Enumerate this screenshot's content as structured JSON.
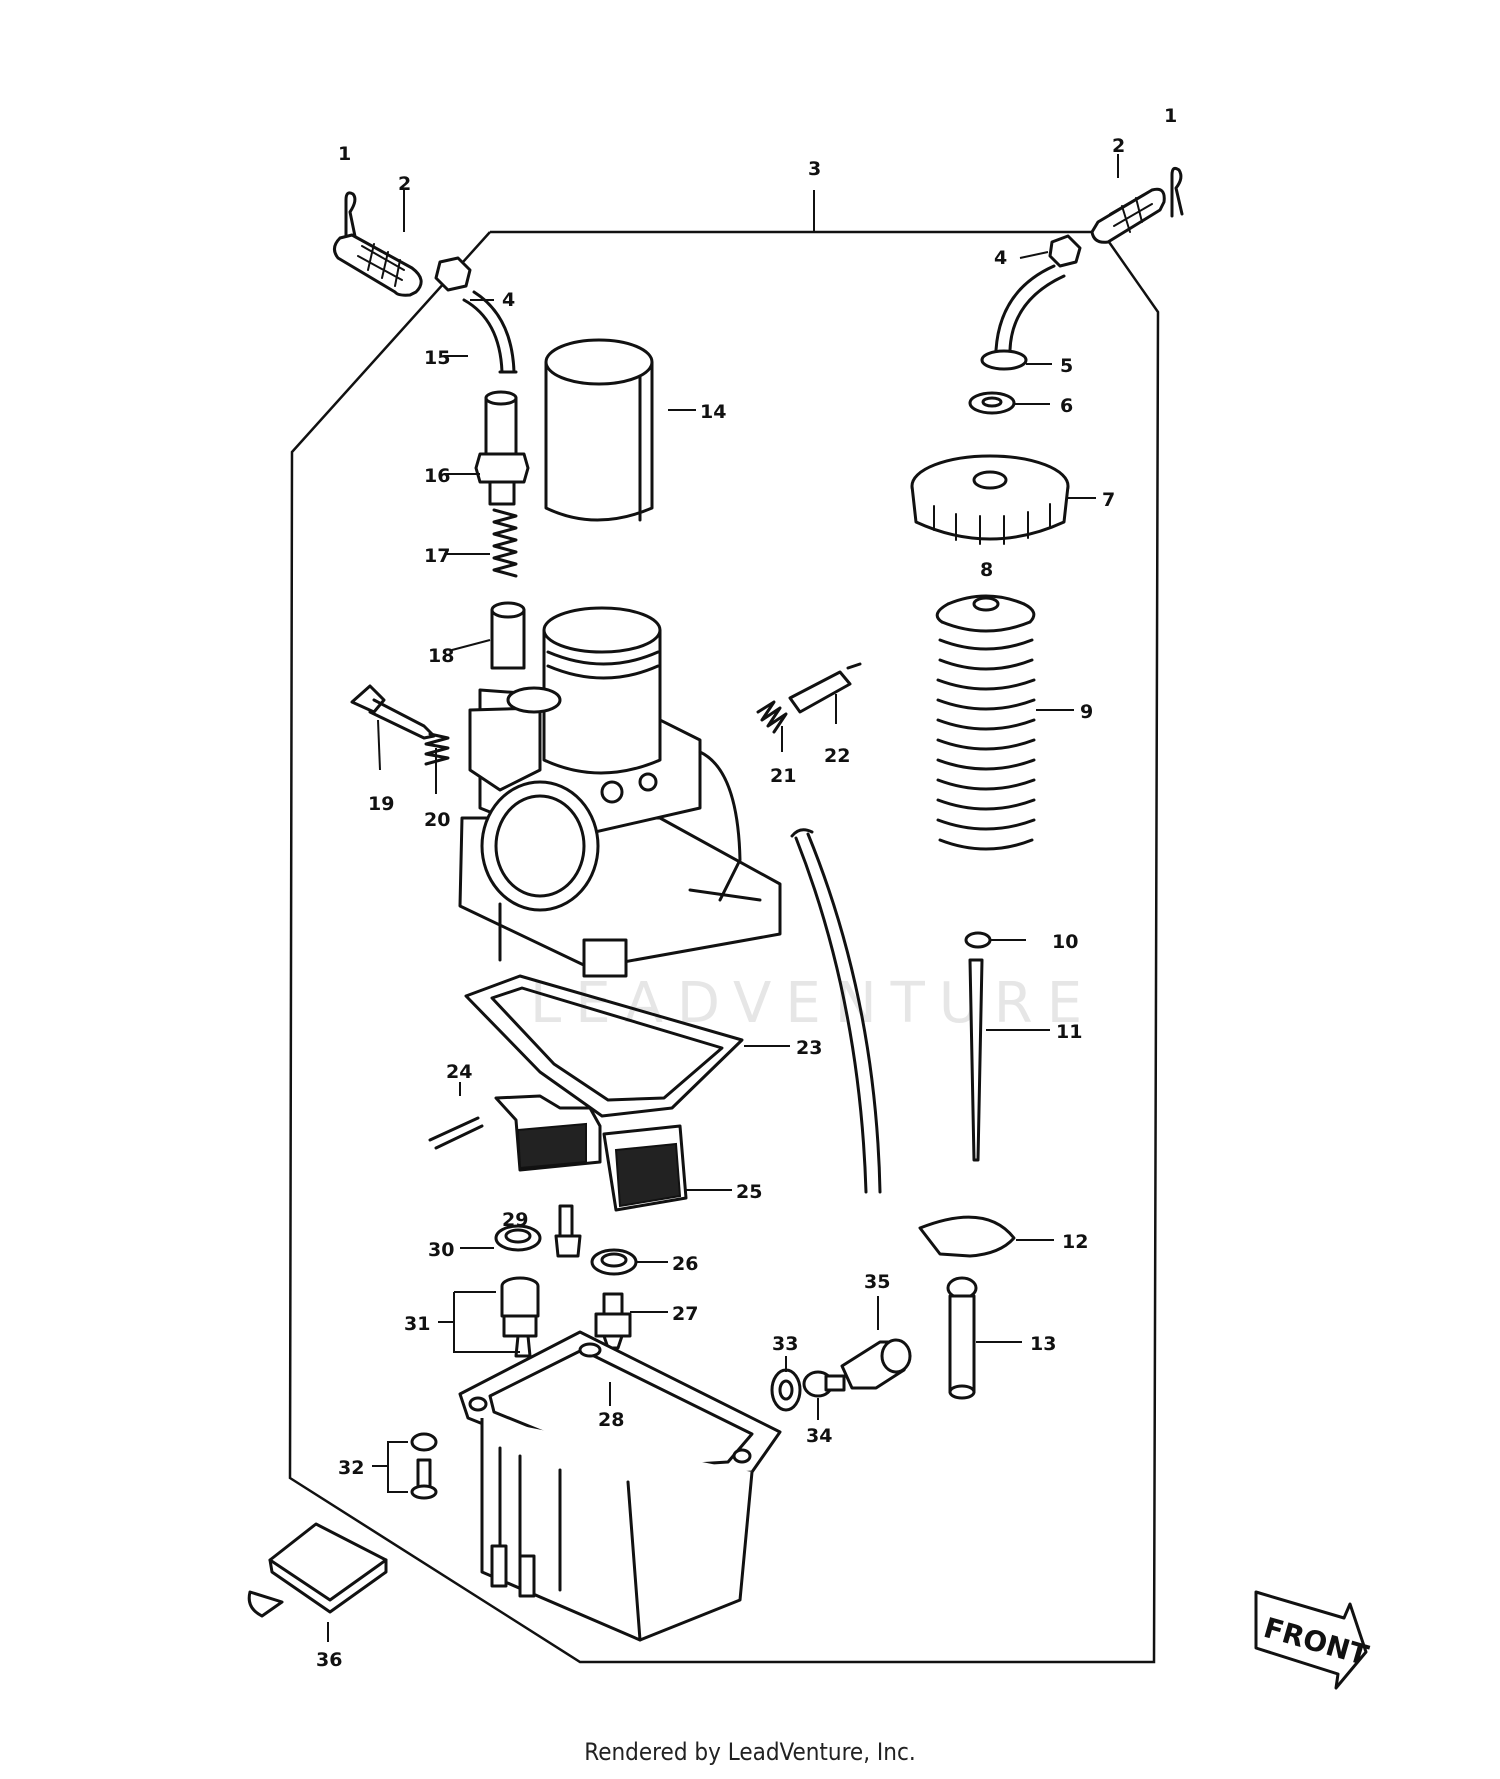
{
  "callouts": [
    "1",
    "1",
    "2",
    "2",
    "3",
    "4",
    "4",
    "5",
    "6",
    "7",
    "8",
    "9",
    "10",
    "11",
    "12",
    "13",
    "14",
    "15",
    "16",
    "17",
    "18",
    "19",
    "20",
    "21",
    "22",
    "23",
    "24",
    "25",
    "26",
    "27",
    "28",
    "29",
    "30",
    "31",
    "32",
    "33",
    "34",
    "35",
    "36"
  ],
  "front_label": "FRONT",
  "footer_credit": "Rendered by LeadVenture, Inc.",
  "watermark_text": "LEADVENTURE"
}
